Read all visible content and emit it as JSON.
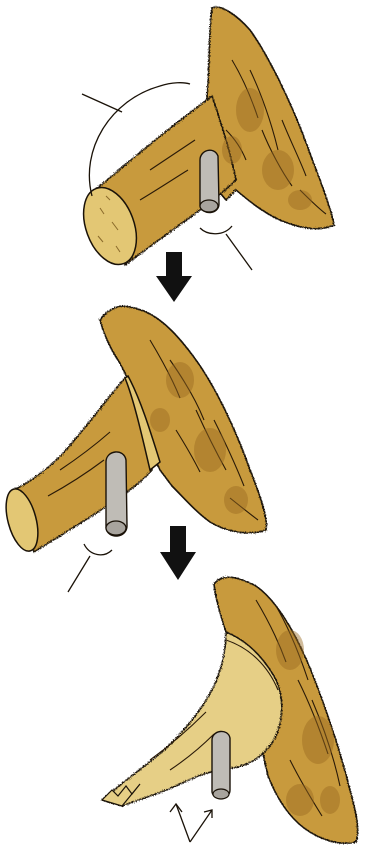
{
  "diagram": {
    "palette": {
      "bark": "#c89a3c",
      "bark_dark": "#9a6a22",
      "bark_light": "#ddb65a",
      "wood_cut": "#e3c774",
      "wound": "#e6cf86",
      "stub_grey": "#bfbcb6",
      "ink": "#1a1208",
      "arrow": "#111111"
    },
    "stages": [
      {
        "name": "branch-with-collar",
        "step": 1
      },
      {
        "name": "branch-cut-angled",
        "step": 2
      },
      {
        "name": "wound-healing-callus",
        "step": 3
      }
    ],
    "arrows": [
      {
        "name": "arrow-down-1"
      },
      {
        "name": "arrow-down-2"
      }
    ]
  }
}
